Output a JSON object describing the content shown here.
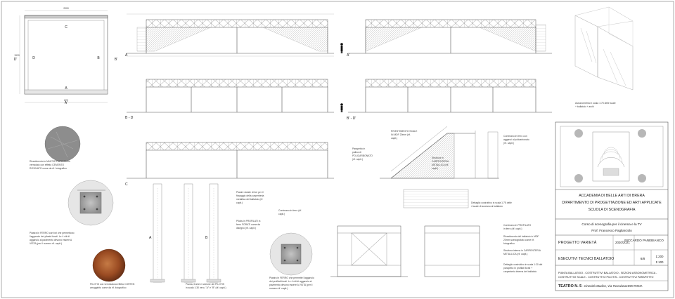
{
  "plan": {
    "labels": {
      "top": "C",
      "bottom": "A",
      "left": "D",
      "right": "B",
      "left_outer": "D'",
      "right_outer": "B'",
      "bottom_outer": "A'"
    },
    "dims": {
      "top": "2000",
      "left": "1920",
      "bottom": "620"
    }
  },
  "elevations": {
    "row1": {
      "left_label": "A",
      "right_label": "A'"
    },
    "row2": {
      "left_label": "B - D",
      "right_label": "B' - D'"
    },
    "row3": {
      "left_label": "C"
    }
  },
  "axonometry": {
    "caption": [
      "Assonometria in scala 1:75 delle scale",
      "+ ballatoio + archi"
    ]
  },
  "notes": {
    "multistrato": [
      "Rivestimento in MULTISTRATO 20mm",
      "verniciato con effetto CEMENTO",
      "ROVINATO come da rif. fotografico"
    ],
    "piastra_ferro_1": [
      "Piastra in FERRO con fori che permettono",
      "l'aggancio dei pilastri forati. Le 4 viti di",
      "aggancio al pavimento devono essere A",
      "VISTA (per il numero rif. capit.)"
    ],
    "pilotis": [
      "PILOTIS con verniciatura effetto CORTEN",
      "arrugginito come da rif. fotografico"
    ],
    "pianta_pilotis": [
      "Pianta, fronte e sezione dei PILOTIS",
      "in scala 1:30 vero, \"A\" e \"B\" (rif. capit.)"
    ],
    "piastra_dotata": [
      "Piastre dotate di fori per il",
      "fissaggio della carpenteria",
      "metallica del ballatoio (rif.",
      "capit.)"
    ],
    "pilotis_profilati": [
      "Pilotis in PROFILATI in",
      "ferro FORATI come da",
      "disegno (rif. capit.)"
    ],
    "corrimano_1": [
      "Corrimano in ferro (rif.",
      "capit.)"
    ],
    "piastra_ferro_2": [
      "Piastra in FERRO che permette l'aggancio",
      "dei profilati forati. Le 4 viti di aggancio al",
      "pavimento devono essere A VISTA (per il",
      "numero rif. capit.)"
    ],
    "parapetto": [
      "Parapetto in",
      "palina di",
      "POLICARBONATO",
      "(rif. capit.)"
    ],
    "rivestimento_scale": [
      "RIVESTIMENTO SCALE",
      "IN MDF 20mm (rif.",
      "capit.)"
    ],
    "struttura_carpenteria": [
      "Struttura in",
      "CARPENTERIA",
      "METALLICA (rif.",
      "capit.)"
    ],
    "corrimano_2": [
      "Corrimano in ferro con",
      "agganci al policarbonato",
      "(rif. capit.)"
    ],
    "dettaglio_75": [
      "Dettaglio costruttivo in scala 1:75 delle",
      "4 scale di accesso al ballatoio"
    ],
    "corrimano_profilato": [
      "Corrimano in PROFILATO",
      "in ferro (rif. capit.)"
    ],
    "rivestimento_mdf": [
      "Rivestimento del ballatoio in MDF",
      "20mm scenografato come rif.",
      "fotografico"
    ],
    "struttura_interna": [
      "Struttura interna in CARPENTERIA",
      "METALLICA (rif. capit.)"
    ],
    "dettaglio_20": [
      "Dettaglio costruttivo in scala 1:20 del",
      "parapetto in profilati forati +",
      "carpenteria interna del ballatoio"
    ]
  },
  "title_block": {
    "institution": [
      "ACCADEMIA DI BELLE ARTI DI BRERA",
      "DIPARTIMENTO DI PROGETTAZIONE ED ARTI APPLICATE",
      "SCUOLA DI SCENOGRAFIA"
    ],
    "course": "Corso di scenografia per il cinema e la TV",
    "professor": "Prof. Francesco Pagliarciolo",
    "project": "PROGETTO VARIETÀ",
    "year": "2020/2021",
    "author": "RICCARDO PANEBIANCO",
    "drawing": "ESECUTIVI TECNICI BALLATOIO",
    "sheet": "6/8",
    "scales": [
      "1:200",
      "1:100"
    ],
    "contents": [
      "PIANTA BALLATOIO - COSTRUTTIVI BALLATOIO - SEZIONI ASSONOMETRICA -",
      "COSTRUTTIVI SCALE - COSTRUTTIVI PILOTIS - COSTRUTTIVI PARAPETTO"
    ],
    "location_bold": "TEATRO N. 5",
    "location": "- Cinecittà Studios, Via Tuscolana1055 ROMA"
  }
}
